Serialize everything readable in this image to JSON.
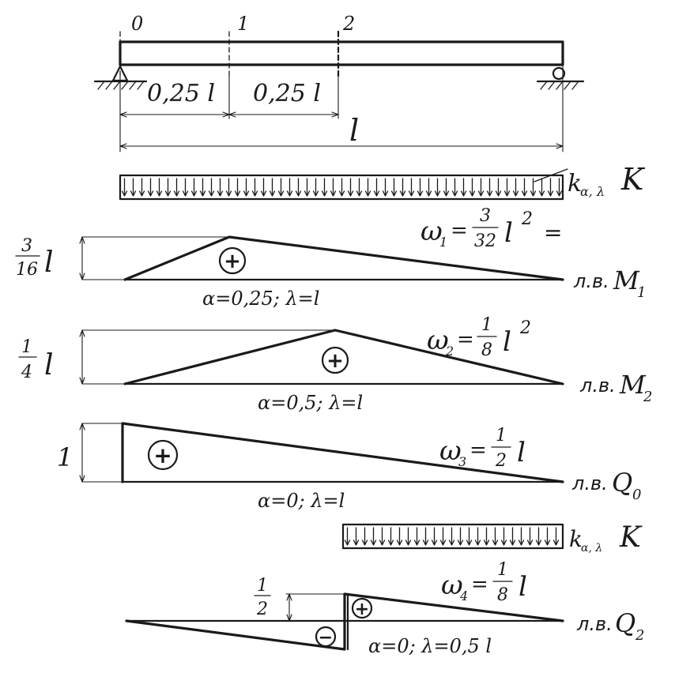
{
  "beam": {
    "sections": [
      "0",
      "1",
      "2"
    ],
    "dim_segment_1": "0,25 l",
    "dim_segment_2": "0,25 l",
    "dim_span": "l"
  },
  "load_top": {
    "label_k": "k",
    "label_sub": "α, λ",
    "label_K": "K"
  },
  "load_bottom": {
    "label_k": "k",
    "label_sub": "α, λ",
    "label_K": "K"
  },
  "diagrams": [
    {
      "ordinate_num": "3",
      "ordinate_den": "16",
      "ordinate_var": "l",
      "area_lhs": "ω",
      "area_sub": "1",
      "area_num": "3",
      "area_den": "32",
      "area_var": "l",
      "area_pow": "2",
      "area_tail": "=",
      "sign": "+",
      "params": "α=0,25; λ=l",
      "line_name": "л.в.",
      "line_var": "M",
      "line_sub": "1"
    },
    {
      "ordinate_num": "1",
      "ordinate_den": "4",
      "ordinate_var": "l",
      "area_lhs": "ω",
      "area_sub": "2",
      "area_num": "1",
      "area_den": "8",
      "area_var": "l",
      "area_pow": "2",
      "sign": "+",
      "params": "α=0,5; λ=l",
      "line_name": "л.в.",
      "line_var": "M",
      "line_sub": "2"
    },
    {
      "ordinate_plain": "1",
      "area_lhs": "ω",
      "area_sub": "3",
      "area_num": "1",
      "area_den": "2",
      "area_var": "l",
      "sign": "+",
      "params": "α=0; λ=l",
      "line_name": "л.в.",
      "line_var": "Q",
      "line_sub": "0"
    },
    {
      "ordinate_num": "1",
      "ordinate_den": "2",
      "area_lhs": "ω",
      "area_sub": "4",
      "area_num": "1",
      "area_den": "8",
      "area_var": "l",
      "sign_pos": "+",
      "sign_neg": "−",
      "params": "α=0; λ=0,5 l",
      "line_name": "л.в.",
      "line_var": "Q",
      "line_sub": "2"
    }
  ]
}
